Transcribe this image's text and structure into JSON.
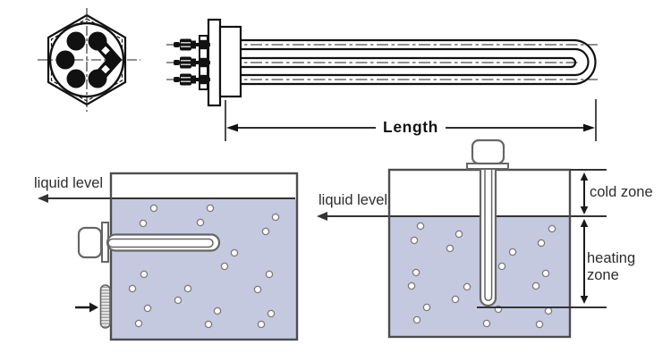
{
  "labels": {
    "length": "Length",
    "liquid_level_left": "liquid level",
    "liquid_level_right": "liquid level",
    "cold_zone": "cold zone",
    "heating_zone": "heating zone"
  },
  "colors": {
    "liquid": "#c5c9e0",
    "drawing_line": "#1a1a1a",
    "heater_outline": "#666666",
    "tank_border": "#4d4d4d",
    "label_text": "#2d2d2d"
  }
}
